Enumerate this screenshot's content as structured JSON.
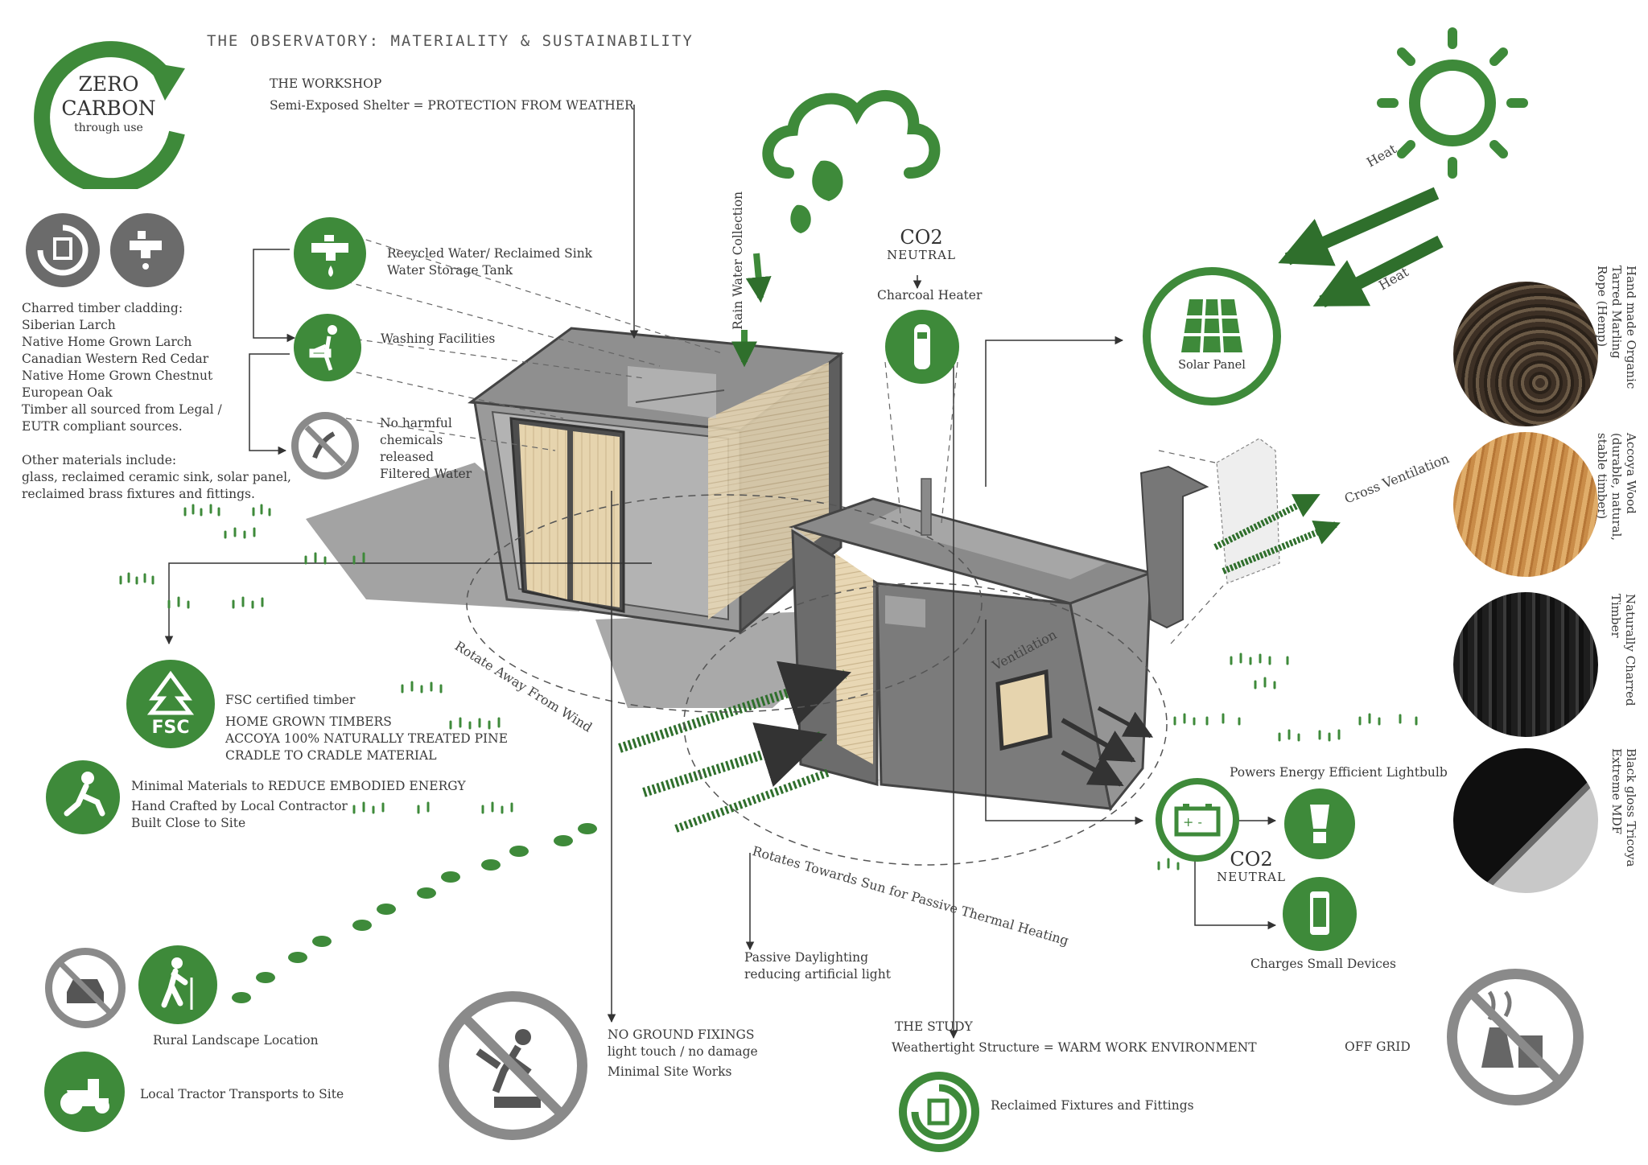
{
  "title": "THE OBSERVATORY: MATERIALITY & SUSTAINABILITY",
  "zero_carbon": {
    "line1": "ZERO",
    "line2": "CARBON",
    "line3": "through use"
  },
  "workshop": {
    "heading": "THE WORKSHOP",
    "subtitle": "Semi-Exposed Shelter = PROTECTION FROM WEATHER"
  },
  "study": {
    "heading": "THE STUDY",
    "subtitle": "Weathertight Structure = WARM WORK ENVIRONMENT"
  },
  "timber_text": [
    "Charred timber cladding:",
    "Siberian Larch",
    "Native Home Grown Larch",
    "Canadian Western Red Cedar",
    "Native Home Grown Chestnut",
    "European Oak",
    "Timber all sourced from Legal /",
    "EUTR compliant sources.",
    "",
    "Other materials include:",
    "glass, reclaimed ceramic sink, solar panel,",
    "reclaimed brass fixtures and fittings."
  ],
  "water": {
    "recycled_1": "Recycled Water/ Reclaimed Sink",
    "recycled_2": "Water Storage Tank",
    "washing": "Washing Facilities",
    "chem_1": "No harmful",
    "chem_2": "chemicals",
    "chem_3": "released",
    "chem_4": "Filtered Water"
  },
  "rain": "Rain Water Collection",
  "co2_top": {
    "co2": "CO2",
    "neutral": "NEUTRAL",
    "heater": "Charcoal Heater"
  },
  "co2_bottom": {
    "co2": "CO2",
    "neutral": "NEUTRAL"
  },
  "heat_label_1": "Heat",
  "heat_label_2": "Heat",
  "solar_panel": "Solar Panel",
  "cross_ventilation": "Cross Ventilation",
  "ventilation": "Ventilation",
  "rotate_away": "Rotate  Away  From  Wind",
  "rotate_sun": "Rotates  Towards  Sun  for  Passive  Thermal  Heating",
  "fsc": {
    "logo_text": "FSC",
    "line1": "FSC certified timber",
    "line2": "HOME GROWN TIMBERS",
    "line3": "ACCOYA 100% NATURALLY TREATED PINE",
    "line4": "CRADLE TO CRADLE MATERIAL"
  },
  "minimal": {
    "line1": "Minimal Materials to REDUCE EMBODIED ENERGY",
    "line2": "Hand Crafted by Local Contractor",
    "line3": "Built Close to Site"
  },
  "rural": "Rural Landscape Location",
  "tractor": "Local Tractor Transports to Site",
  "ground": {
    "line1": "NO GROUND FIXINGS",
    "line2": "light touch / no damage",
    "line3": "Minimal Site Works"
  },
  "daylight": {
    "line1": "Passive Daylighting",
    "line2": "reducing artificial light"
  },
  "reclaimed": "Reclaimed Fixtures and Fittings",
  "powers": "Powers Energy Efficient Lightbulb",
  "charges": "Charges Small Devices",
  "off_grid": "OFF GRID",
  "materials": [
    {
      "lines": [
        "Hand made Organic",
        "Tarred Marling",
        "Rope (Hemp)"
      ]
    },
    {
      "lines": [
        "Accoya Wood",
        "(durable, natural,",
        "stable timber)"
      ]
    },
    {
      "lines": [
        "Naturally Charred",
        "Timber"
      ]
    },
    {
      "lines": [
        "Black gloss Tricoya",
        "Extreme MDF"
      ]
    }
  ],
  "colors": {
    "green": "#3e8a3a",
    "dark_green": "#2d6a2a",
    "gray": "#6b6b6b",
    "wood": "#e8d7b4"
  }
}
